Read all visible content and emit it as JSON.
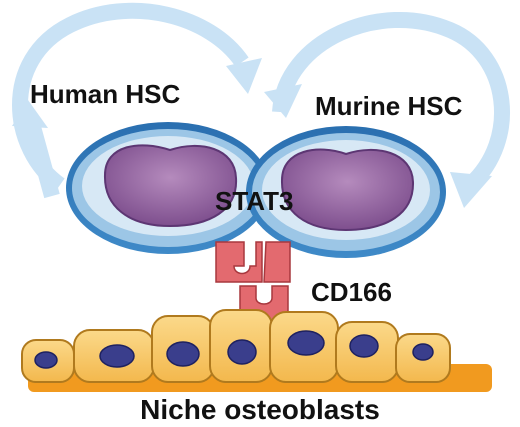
{
  "labels": {
    "human_hsc": "Human HSC",
    "murine_hsc": "Murine HSC",
    "stat3": "STAT3",
    "cd166": "CD166",
    "niche": "Niche osteoblasts"
  },
  "colors": {
    "cycle_arrow": "#c9e2f5",
    "hsc_ring_outer": "#2f78b8",
    "hsc_ring_light": "#bcd9ef",
    "hsc_nucleus": "#9a6aa6",
    "cd166_receptor": "#e36a6f",
    "osteoblast_cell": "#f7c768",
    "osteoblast_nucleus": "#3a3e8c",
    "osteoblast_base": "#f19a1f"
  },
  "osteoblast_count": 7
}
